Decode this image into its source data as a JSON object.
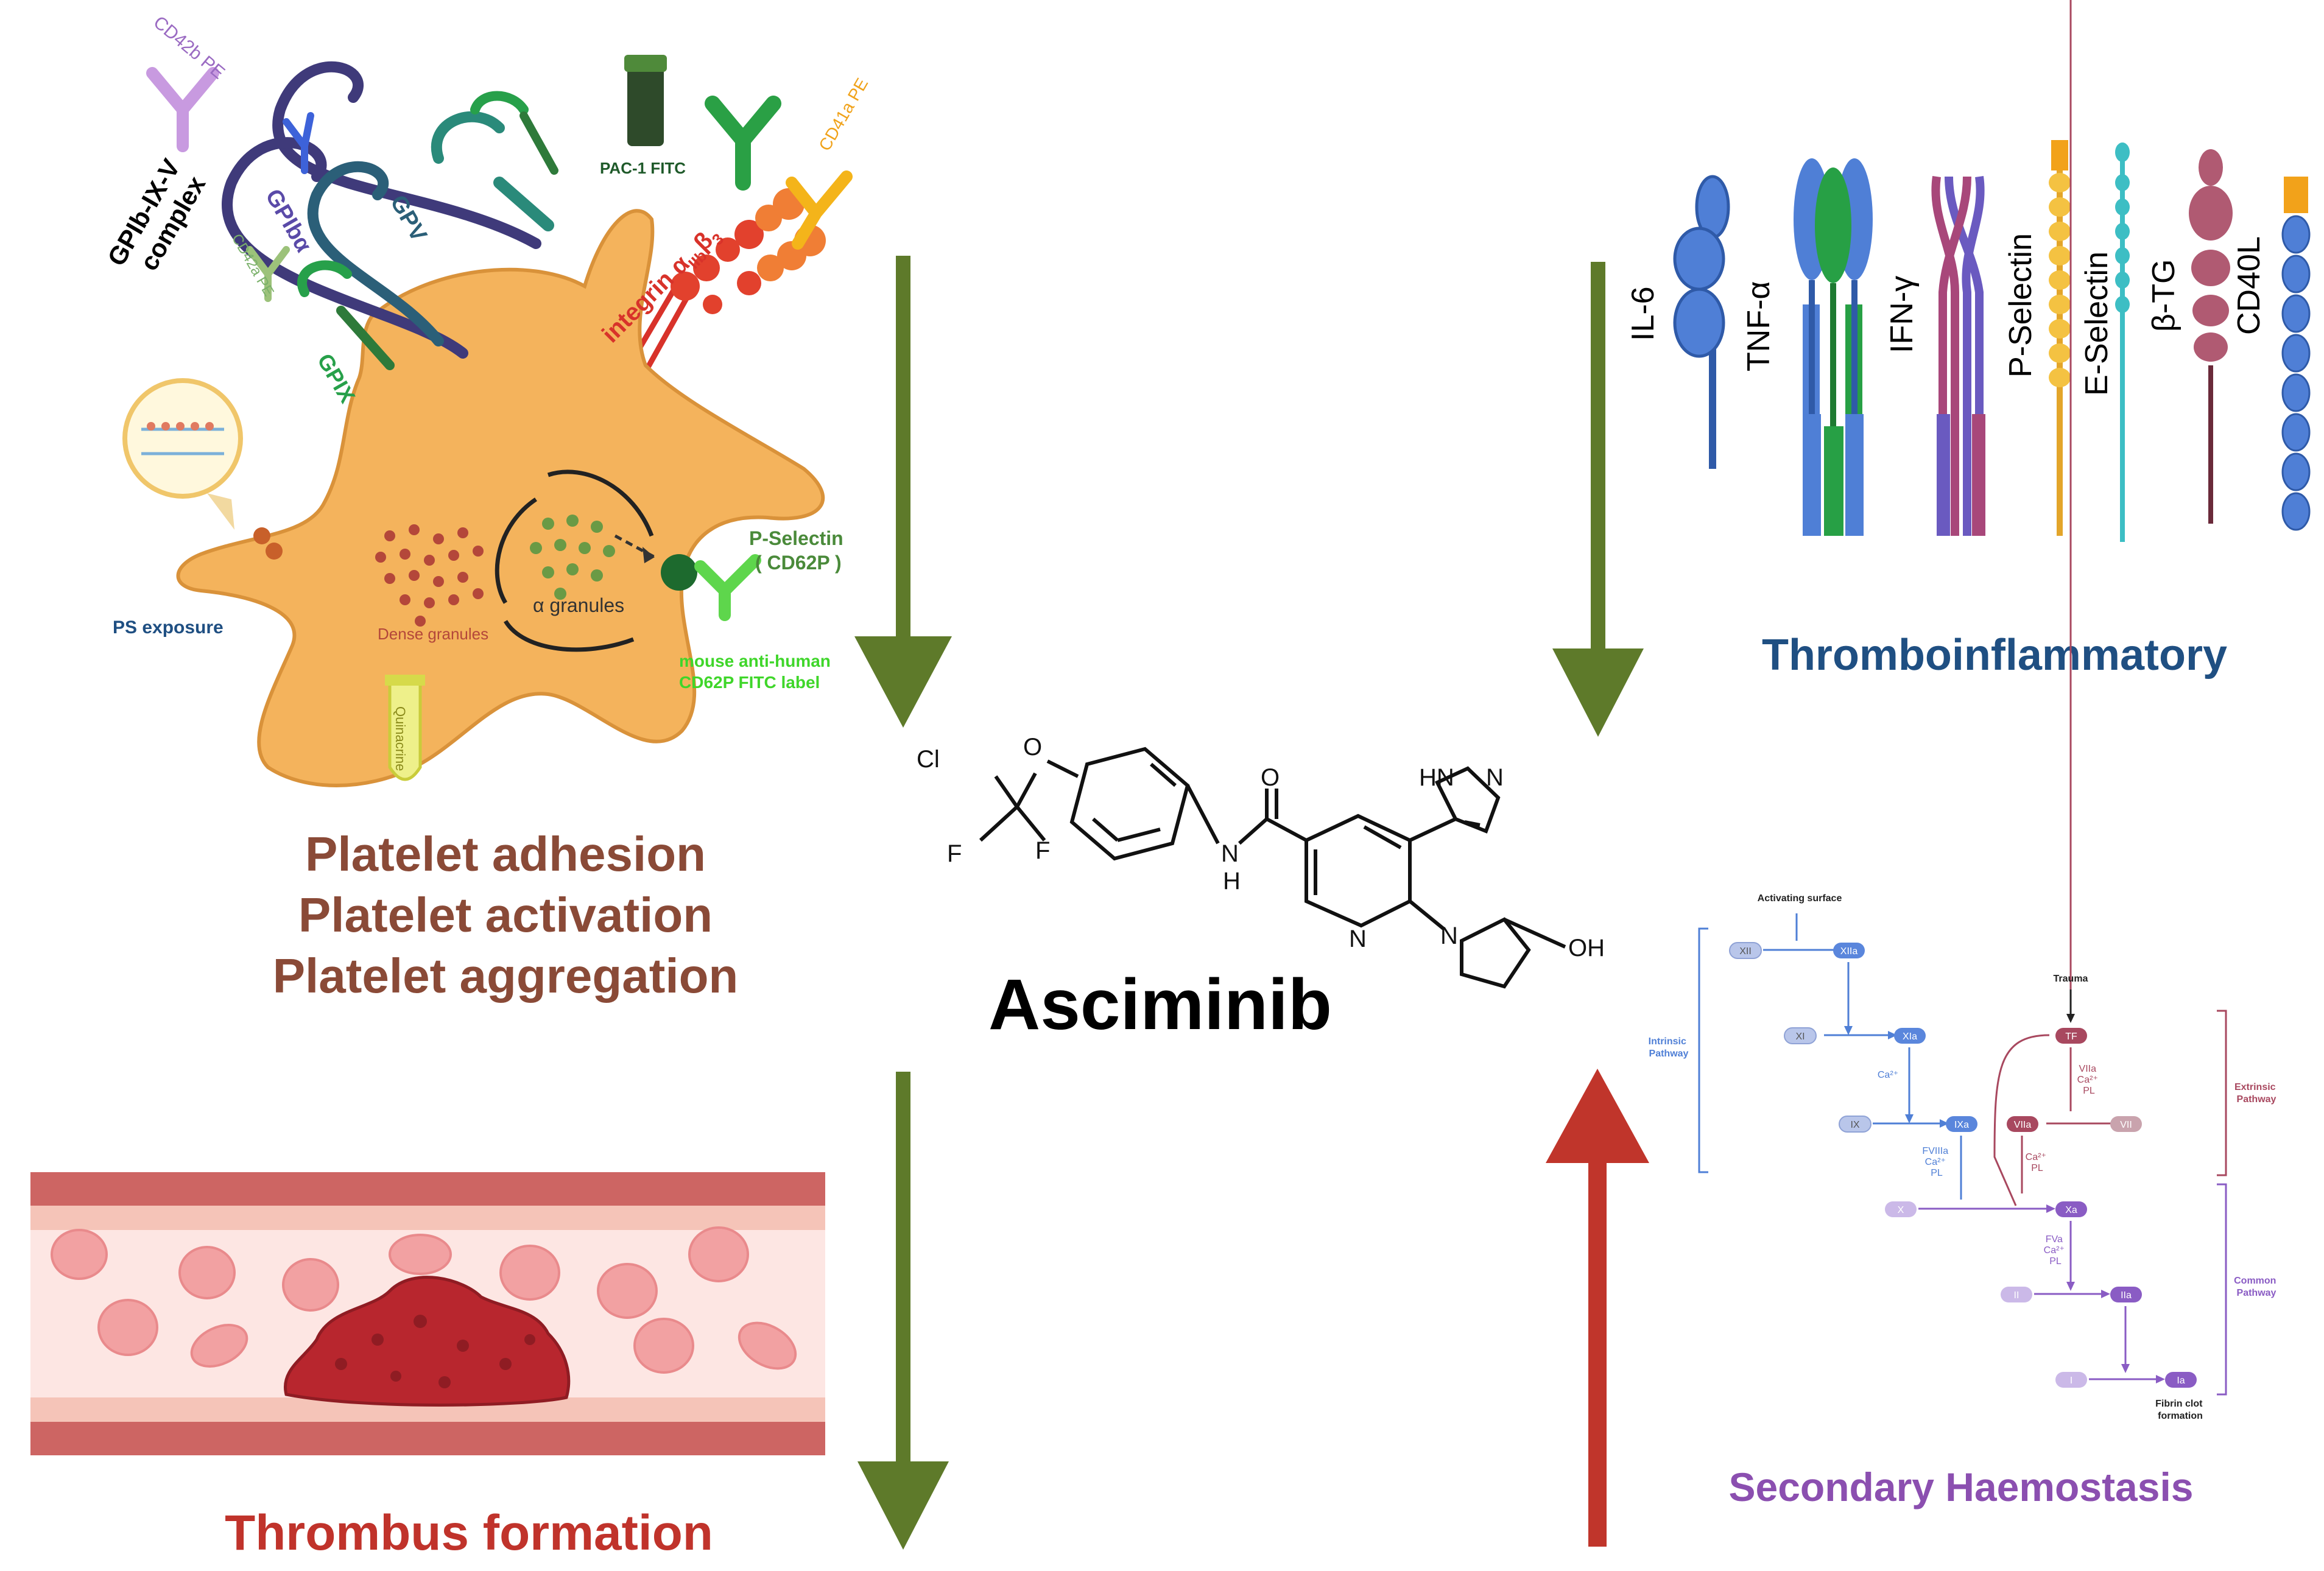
{
  "colors": {
    "arrow_green": "#5e7a2a",
    "arrow_red": "#c0352b",
    "platelet": "#f2b35a",
    "platelet_title": "#8a4a37",
    "thrombus_title": "#c0332b",
    "thromboinflam_title": "#1f4f82",
    "secondary_title": "#8b4fb0",
    "intrinsic": "#4f7fd6",
    "extrinsic": "#a8485f",
    "common": "#8a5cc4"
  },
  "drug": {
    "name": "Asciminib",
    "atoms": {
      "cl": "Cl",
      "o": "O",
      "f1": "F",
      "f2": "F",
      "n_amide": "N",
      "h_amide": "H",
      "o_carbonyl": "O",
      "n_pyridine": "N",
      "n_pyrrolidine": "N",
      "oh": "OH",
      "hn": "HN",
      "n_pyrazole": "N"
    }
  },
  "platelet": {
    "labels": {
      "cd42b": "CD42b PE",
      "gpib_complex_1": "GPIb-IX-V",
      "gpib_complex_2": "complex",
      "gpiba": "GPIbα",
      "gpv": "GPV",
      "gpix": "GPIX",
      "cd42a": "CD42a PE",
      "pac1": "PAC-1 FITC",
      "cd41a": "CD41a PE",
      "integrin": "integrin α",
      "integrin_sub1": "IIb",
      "integrin_mid": "β",
      "integrin_sub2": "3",
      "pselectin_1": "P-Selectin",
      "pselectin_2": "( CD62P )",
      "alpha_granules": "α granules",
      "dense_granules": "Dense granules",
      "ps_exposure": "PS exposure",
      "antibody_1": "mouse anti-human",
      "antibody_2": "CD62P FITC label",
      "quinacrine": "Quinacrine"
    },
    "outcomes": [
      "Platelet adhesion",
      "Platelet activation",
      "Platelet aggregation"
    ]
  },
  "thrombus": {
    "title": "Thrombus formation"
  },
  "thromboinflammatory": {
    "title": "Thromboinflammatory",
    "markers": [
      "IL-6",
      "TNF-α",
      "IFN-γ",
      "P-Selectin",
      "E-Selectin",
      "β-TG",
      "CD40L"
    ]
  },
  "secondary": {
    "title": "Secondary Haemostasis",
    "activating_surface": "Activating surface",
    "trauma": "Trauma",
    "intrinsic_1": "Intrinsic",
    "intrinsic_2": "Pathway",
    "extrinsic_1": "Extrinsic",
    "extrinsic_2": "Pathway",
    "common_1": "Common",
    "common_2": "Pathway",
    "fibrin_1": "Fibrin clot",
    "fibrin_2": "formation",
    "nodes": {
      "XII": "XII",
      "XIIa": "XIIa",
      "XI": "XI",
      "XIa": "XIa",
      "IX": "IX",
      "IXa": "IXa",
      "TF": "TF",
      "VIIa": "VIIa",
      "VII": "VII",
      "X": "X",
      "Xa": "Xa",
      "II": "II",
      "IIa": "IIa",
      "I": "I",
      "Ia": "Ia"
    },
    "cofactors": {
      "ca_ix": "Ca²⁺",
      "fviiia": "FVIIIa",
      "fviiia_ca": "Ca²⁺",
      "fviiia_pl": "PL",
      "tf_viia": "VIIa",
      "tf_ca": "Ca²⁺",
      "tf_pl": "PL",
      "viia_ca": "Ca²⁺",
      "viia_pl": "PL",
      "fva": "FVa",
      "fva_ca": "Ca²⁺",
      "fva_pl": "PL"
    }
  }
}
